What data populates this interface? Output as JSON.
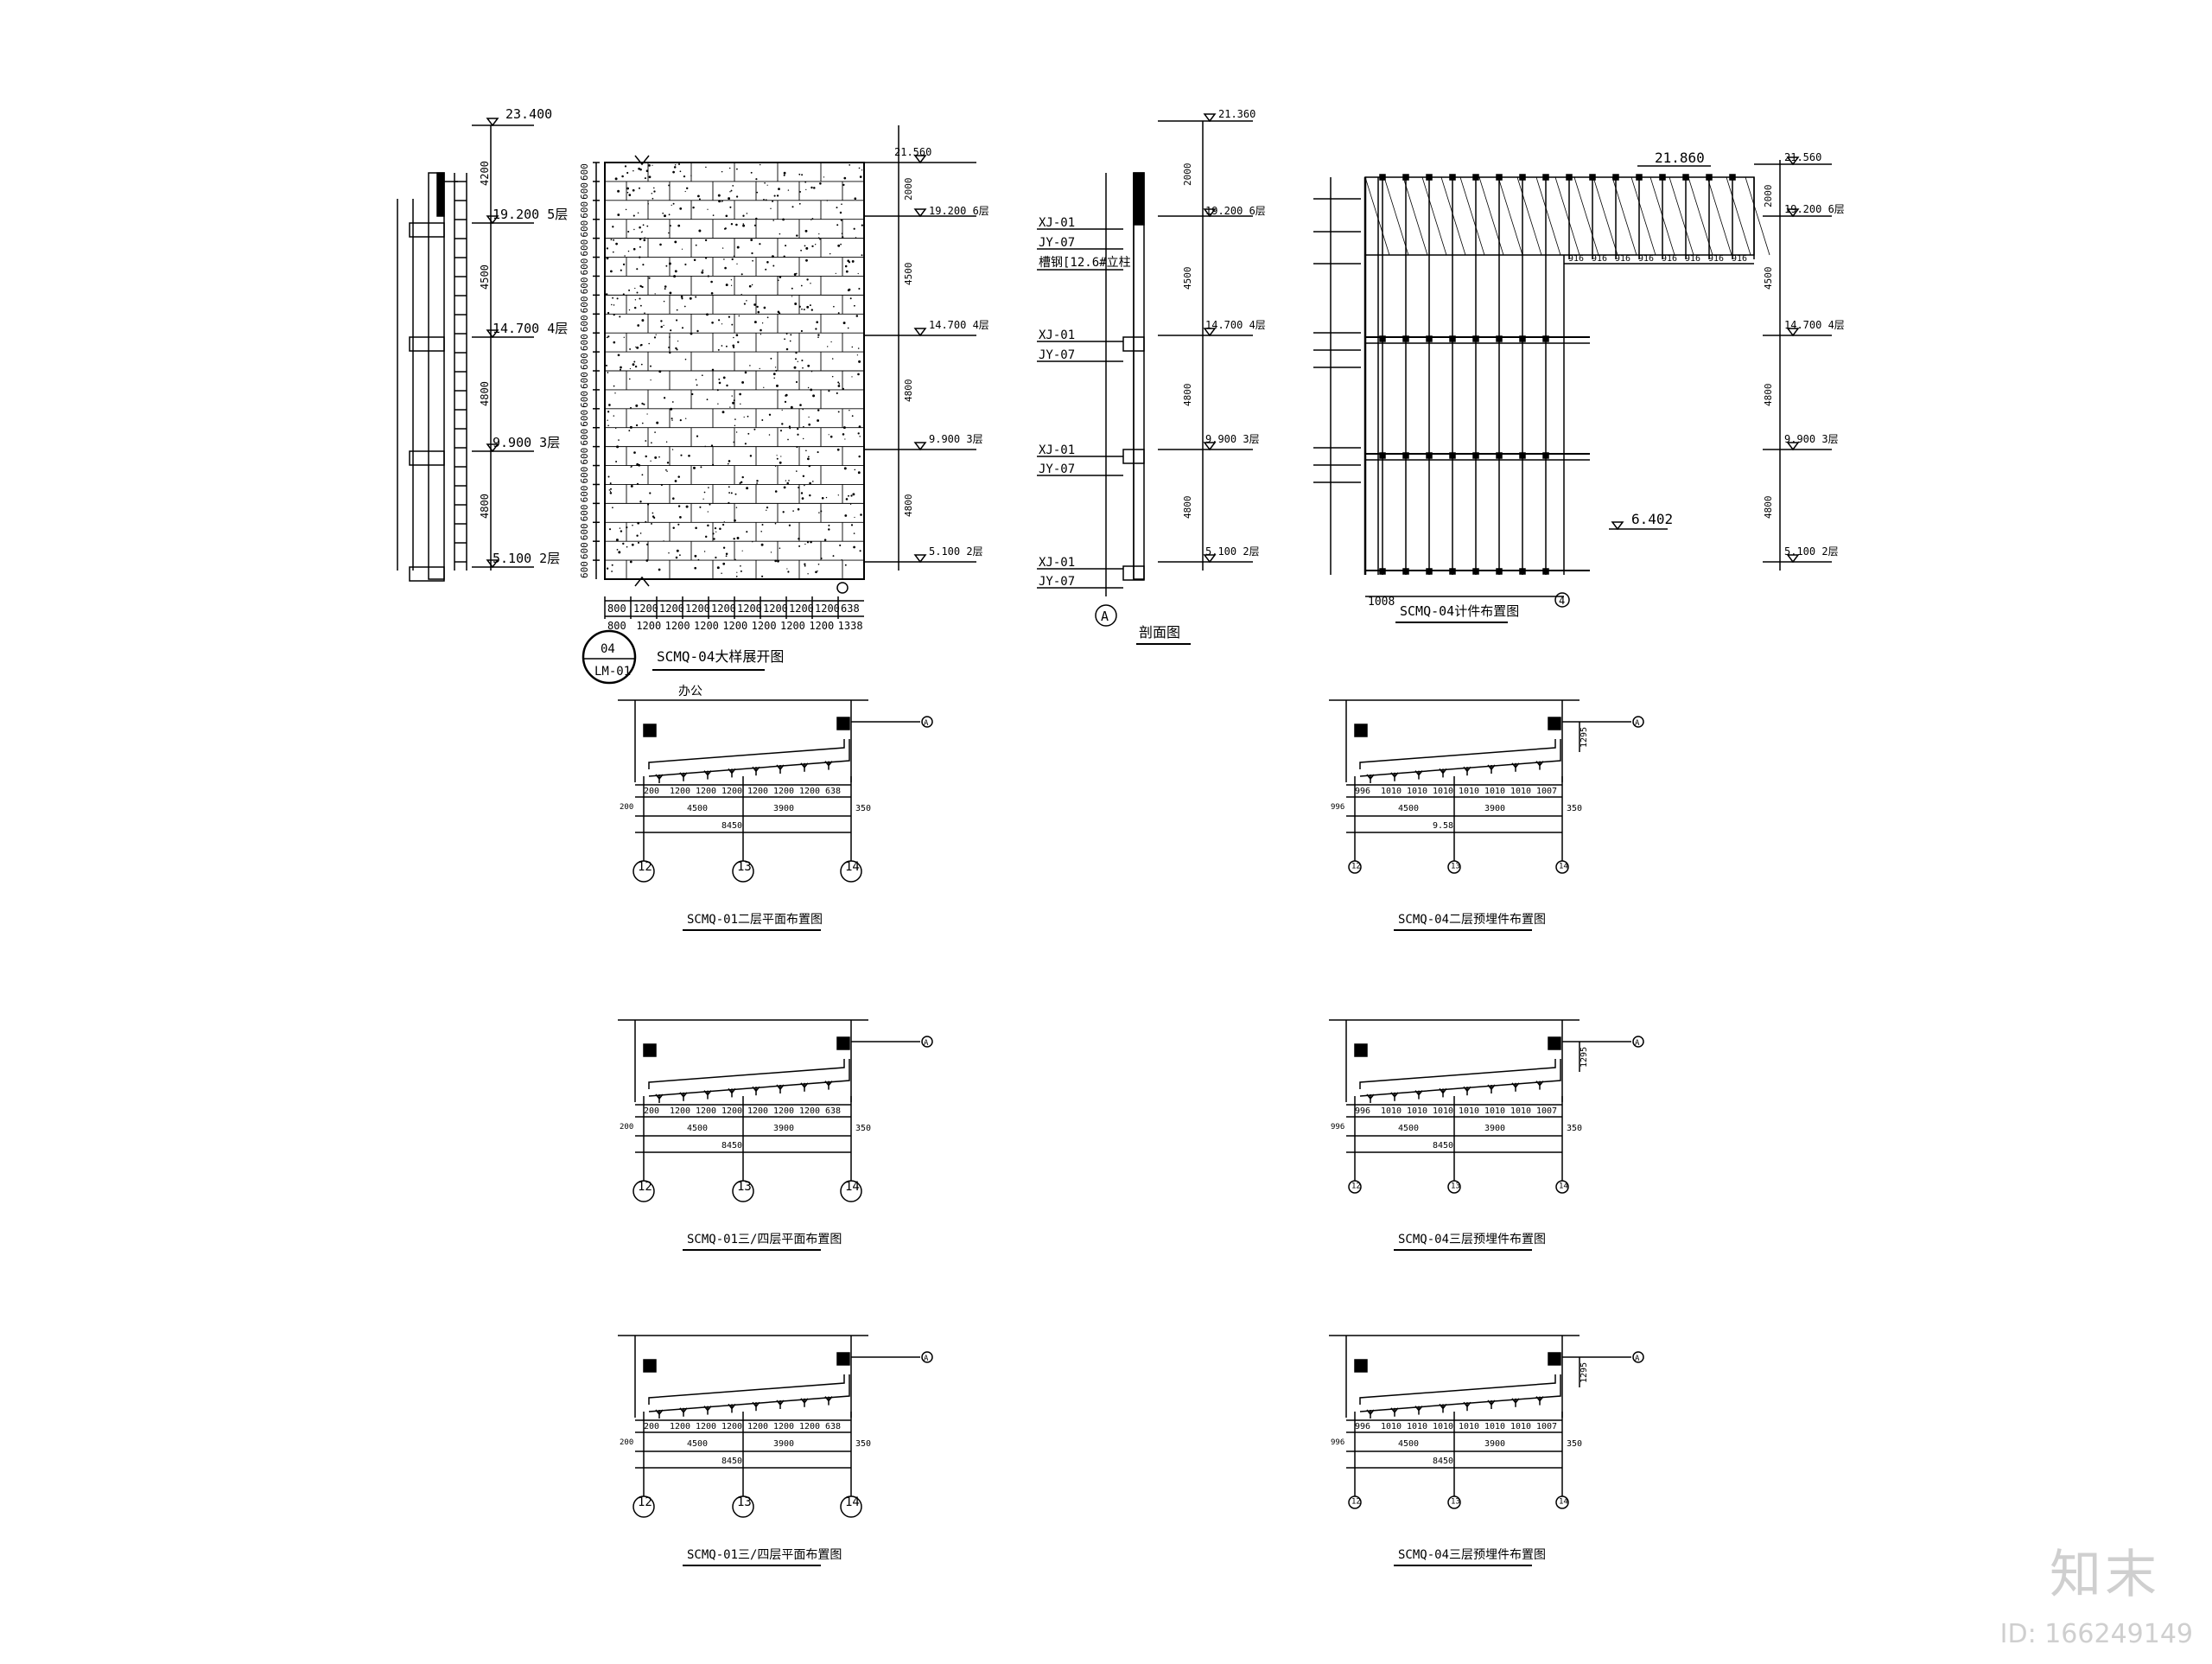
{
  "elev_left": {
    "levels": [
      "23.400",
      "19.200 5层",
      "14.700 4层",
      "9.900 3层",
      "5.100 2层"
    ],
    "dims": [
      "4200",
      "4500",
      "4800",
      "4800"
    ]
  },
  "wall_panel": {
    "title": "SCMQ-04大样展开图",
    "callout_top": "04",
    "callout_bottom": "LM-01",
    "row_label": "600",
    "bottom_dims": [
      "800",
      "1200",
      "1200",
      "1200",
      "1200",
      "1200",
      "1200",
      "1200",
      "1200",
      "638"
    ],
    "bottom_dims2": [
      "800",
      "1200",
      "1200",
      "1200",
      "1200",
      "1200",
      "1200",
      "1200",
      "1338"
    ],
    "right_levels": [
      "21.560",
      "19.200 6层",
      "14.700 4层",
      "9.900 3层",
      "5.100 2层"
    ],
    "right_dims": [
      "2000",
      "4500",
      "4800",
      "4800"
    ]
  },
  "section": {
    "title": "剖面图",
    "axis": "A",
    "labels": [
      "XJ-01",
      "JY-07",
      "槽钢[12.6#立柱",
      "XJ-01",
      "JY-07",
      "XJ-01",
      "JY-07",
      "XJ-01",
      "JY-07"
    ],
    "levels": [
      "21.360",
      "19.200 6层",
      "14.700 4层",
      "9.900 3层",
      "5.100 2层"
    ],
    "dims": [
      "2000",
      "4500",
      "4800",
      "4800"
    ]
  },
  "frame": {
    "title": "SCMQ-04计件布置图",
    "top_level": "21.860",
    "mid_level": "6.402",
    "bottom_dim": "1008",
    "grid_label": "916",
    "axis": "4",
    "levels": [
      "21.560",
      "19.200 6层",
      "14.700 4层",
      "9.900 3层",
      "5.100 2层"
    ],
    "dims": [
      "2000",
      "4500",
      "4800",
      "4800"
    ]
  },
  "plans_left": [
    {
      "title": "SCMQ-01二层平面布置图",
      "room": "办公",
      "dims": [
        "200",
        "1200",
        "1200",
        "1200",
        "1200",
        "1200",
        "1200",
        "638"
      ],
      "sub": [
        "4500",
        "3900",
        "350"
      ],
      "total": "8450",
      "axes": [
        "12",
        "13",
        "14"
      ],
      "axis_ref": "A"
    },
    {
      "title": "SCMQ-01三/四层平面布置图",
      "room": "",
      "dims": [
        "200",
        "1200",
        "1200",
        "1200",
        "1200",
        "1200",
        "1200",
        "638"
      ],
      "sub": [
        "4500",
        "3900",
        "350"
      ],
      "total": "8450",
      "axes": [
        "12",
        "13",
        "14"
      ],
      "axis_ref": "A"
    },
    {
      "title": "SCMQ-01三/四层平面布置图",
      "room": "",
      "dims": [
        "200",
        "1200",
        "1200",
        "1200",
        "1200",
        "1200",
        "1200",
        "638"
      ],
      "sub": [
        "4500",
        "3900",
        "350"
      ],
      "total": "8450",
      "axes": [
        "12",
        "13",
        "14"
      ],
      "axis_ref": "A"
    }
  ],
  "plans_right": [
    {
      "title": "SCMQ-04二层预埋件布置图",
      "dims": [
        "996",
        "1010",
        "1010",
        "1010",
        "1010",
        "1010",
        "1010",
        "1007"
      ],
      "sub": [
        "4500",
        "3900",
        "350"
      ],
      "total": "9.58",
      "offset": "1295",
      "axes": [
        "12",
        "13",
        "14"
      ],
      "axis_ref": "A"
    },
    {
      "title": "SCMQ-04三层预埋件布置图",
      "dims": [
        "996",
        "1010",
        "1010",
        "1010",
        "1010",
        "1010",
        "1010",
        "1007"
      ],
      "sub": [
        "4500",
        "3900",
        "350"
      ],
      "total": "8450",
      "offset": "1295",
      "axes": [
        "12",
        "13",
        "14"
      ],
      "axis_ref": "A"
    },
    {
      "title": "SCMQ-04三层预埋件布置图",
      "dims": [
        "996",
        "1010",
        "1010",
        "1010",
        "1010",
        "1010",
        "1010",
        "1007"
      ],
      "sub": [
        "4500",
        "3900",
        "350"
      ],
      "total": "8450",
      "offset": "1295",
      "axes": [
        "12",
        "13",
        "14"
      ],
      "axis_ref": "A"
    }
  ],
  "watermark": {
    "logo": "知末",
    "id": "ID: 166249149"
  }
}
